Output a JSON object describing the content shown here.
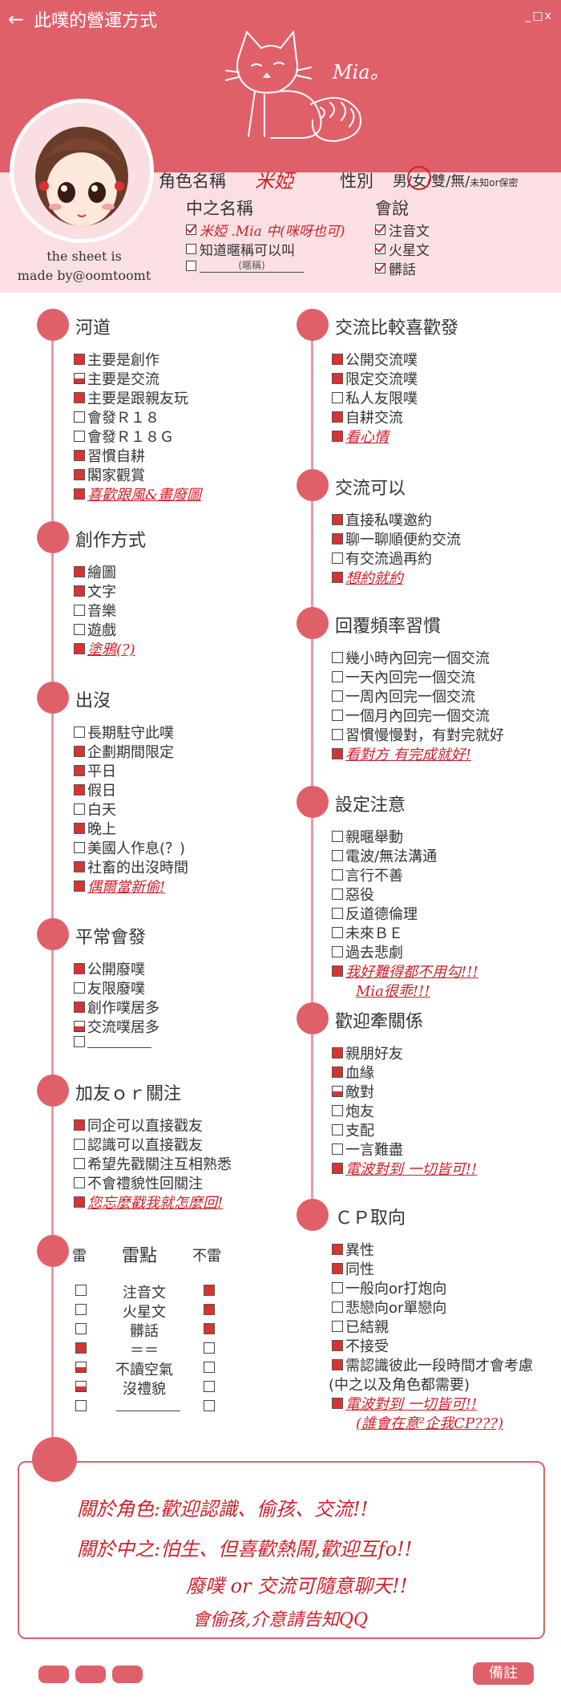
{
  "window": {
    "title": "此噗的營運方式",
    "controls": "_□x"
  },
  "profile": {
    "signature": "Mia。",
    "sheet_by_1": "the sheet is",
    "sheet_by_2": "made by@oomtoomt",
    "char_name_label": "角色名稱",
    "char_name_value": "米婭",
    "gender_label": "性別",
    "gender_options": "男/女/雙/無/",
    "gender_extra": "未知or保密",
    "zhong_label": "中之名稱",
    "zhong_line1_value": "米婭 .Mia 中(咪呀也可)",
    "zhong_line2": "知道暱稱可以叫",
    "zhong_line3_hint": "(暱稱)",
    "lang_label": "會說",
    "lang_items": [
      "注音文",
      "火星文",
      "髒話"
    ]
  },
  "sections_left": [
    {
      "title": "河道",
      "items": [
        {
          "label": "主要是創作",
          "state": "full"
        },
        {
          "label": "主要是交流",
          "state": "half"
        },
        {
          "label": "主要是跟親友玩",
          "state": "full"
        },
        {
          "label": "會發Ｒ１８",
          "state": "empty"
        },
        {
          "label": "會發Ｒ１８Ｇ",
          "state": "empty"
        },
        {
          "label": "習慣自耕",
          "state": "full"
        },
        {
          "label": "閣家觀賞",
          "state": "full"
        },
        {
          "label": "喜歡跟風&畫廢圖",
          "state": "full",
          "hand": true
        }
      ]
    },
    {
      "title": "創作方式",
      "items": [
        {
          "label": "繪圖",
          "state": "full"
        },
        {
          "label": "文字",
          "state": "full"
        },
        {
          "label": "音樂",
          "state": "empty"
        },
        {
          "label": "遊戲",
          "state": "empty"
        },
        {
          "label": "塗鴉(?)",
          "state": "full",
          "hand": true
        }
      ]
    },
    {
      "title": "出沒",
      "items": [
        {
          "label": "長期駐守此噗",
          "state": "empty"
        },
        {
          "label": "企劃期間限定",
          "state": "full"
        },
        {
          "label": "平日",
          "state": "full"
        },
        {
          "label": "假日",
          "state": "full"
        },
        {
          "label": "白天",
          "state": "empty"
        },
        {
          "label": "晚上",
          "state": "full"
        },
        {
          "label": "美國人作息(？)",
          "state": "empty"
        },
        {
          "label": "社畜的出沒時間",
          "state": "full"
        },
        {
          "label": "偶爾當新偷!",
          "state": "full",
          "hand": true
        }
      ]
    },
    {
      "title": "平常會發",
      "items": [
        {
          "label": "公開廢噗",
          "state": "full"
        },
        {
          "label": "友限廢噗",
          "state": "empty"
        },
        {
          "label": "創作噗居多",
          "state": "full"
        },
        {
          "label": "交流噗居多",
          "state": "half"
        },
        {
          "label": "",
          "state": "empty",
          "blank": true
        }
      ]
    },
    {
      "title": "加友ｏｒ關注",
      "items": [
        {
          "label": "同企可以直接戳友",
          "state": "full"
        },
        {
          "label": "認識可以直接戳友",
          "state": "empty"
        },
        {
          "label": "希望先戳關注互相熟悉",
          "state": "empty"
        },
        {
          "label": "不會禮貌性回關注",
          "state": "empty"
        },
        {
          "label": "您忘麼戳我就怎麼回!",
          "state": "full",
          "hand": true
        }
      ]
    }
  ],
  "thunder": {
    "col_left": "雷",
    "col_mid": "雷點",
    "col_right": "不雷",
    "rows": [
      {
        "label": "注音文",
        "left": "empty",
        "right": "full"
      },
      {
        "label": "火星文",
        "left": "empty",
        "right": "full"
      },
      {
        "label": "髒話",
        "left": "empty",
        "right": "full"
      },
      {
        "label": "＝＝",
        "left": "full",
        "right": "empty"
      },
      {
        "label": "不讀空氣",
        "left": "half",
        "right": "empty"
      },
      {
        "label": "沒禮貌",
        "left": "half",
        "right": "empty"
      },
      {
        "label": "",
        "left": "empty",
        "right": "empty",
        "blank": true
      }
    ]
  },
  "sections_right": [
    {
      "title": "交流比較喜歡發",
      "items": [
        {
          "label": "公開交流噗",
          "state": "full"
        },
        {
          "label": "限定交流噗",
          "state": "full"
        },
        {
          "label": "私人友限噗",
          "state": "empty"
        },
        {
          "label": "自耕交流",
          "state": "full"
        },
        {
          "label": "看心情",
          "state": "full",
          "hand": true
        }
      ]
    },
    {
      "title": "交流可以",
      "items": [
        {
          "label": "直接私噗邀約",
          "state": "full"
        },
        {
          "label": "聊一聊順便約交流",
          "state": "full"
        },
        {
          "label": "有交流過再約",
          "state": "empty"
        },
        {
          "label": "想約就約",
          "state": "full",
          "hand": true
        }
      ]
    },
    {
      "title": "回覆頻率習慣",
      "items": [
        {
          "label": "幾小時內回完一個交流",
          "state": "empty"
        },
        {
          "label": "一天內回完一個交流",
          "state": "empty"
        },
        {
          "label": "一周內回完一個交流",
          "state": "empty"
        },
        {
          "label": "一個月內回完一個交流",
          "state": "empty"
        },
        {
          "label": "習慣慢慢對，有對完就好",
          "state": "empty"
        },
        {
          "label": "看對方 有完成就好!",
          "state": "full",
          "hand": true
        }
      ]
    },
    {
      "title": "設定注意",
      "items": [
        {
          "label": "親暱舉動",
          "state": "empty"
        },
        {
          "label": "電波/無法溝通",
          "state": "empty"
        },
        {
          "label": "言行不善",
          "state": "empty"
        },
        {
          "label": "惡役",
          "state": "empty"
        },
        {
          "label": "反道德倫理",
          "state": "empty"
        },
        {
          "label": "未來ＢＥ",
          "state": "empty"
        },
        {
          "label": "過去悲劇",
          "state": "empty"
        },
        {
          "label": "我好難得都不用勾!!!",
          "state": "full",
          "hand": true
        },
        {
          "label": "Mia很乖!!!",
          "state": "none",
          "hand": true,
          "indent": true
        }
      ]
    },
    {
      "title": "歡迎牽關係",
      "items": [
        {
          "label": "親朋好友",
          "state": "full"
        },
        {
          "label": "血緣",
          "state": "full"
        },
        {
          "label": "敵對",
          "state": "half"
        },
        {
          "label": "炮友",
          "state": "empty"
        },
        {
          "label": "支配",
          "state": "empty"
        },
        {
          "label": "一言難盡",
          "state": "empty"
        },
        {
          "label": "電波對到 一切皆可!!",
          "state": "full",
          "hand": true
        }
      ]
    },
    {
      "title": "ＣＰ取向",
      "items": [
        {
          "label": "異性",
          "state": "full"
        },
        {
          "label": "同性",
          "state": "full"
        },
        {
          "label": "一般向or打炮向",
          "state": "empty"
        },
        {
          "label": "悲戀向or單戀向",
          "state": "empty"
        },
        {
          "label": "已結親",
          "state": "empty"
        },
        {
          "label": "不接受",
          "state": "full"
        },
        {
          "label": "需認識彼此一段時間才會考慮",
          "state": "full"
        },
        {
          "label": "(中之以及角色都需要)",
          "state": "none"
        },
        {
          "label": "電波對到 一切皆可!!",
          "state": "full",
          "hand": true
        },
        {
          "label": "(誰會在意²企我CP???)",
          "state": "none",
          "hand": true,
          "indent": true
        }
      ]
    }
  ],
  "note": {
    "line1": "關於角色:歡迎認識、偷孩、交流!!",
    "line2": "關於中之:怕生、但喜歡熱鬧,歡迎互fo!!",
    "line3": "廢噗 or 交流可隨意聊天!!",
    "line4": "會偷孩,介意請告知QQ"
  },
  "footer": {
    "remark_label": "備註"
  },
  "colors": {
    "accent": "#e0606a",
    "accent_light": "#fbe0e3",
    "hand": "#d0202a"
  }
}
